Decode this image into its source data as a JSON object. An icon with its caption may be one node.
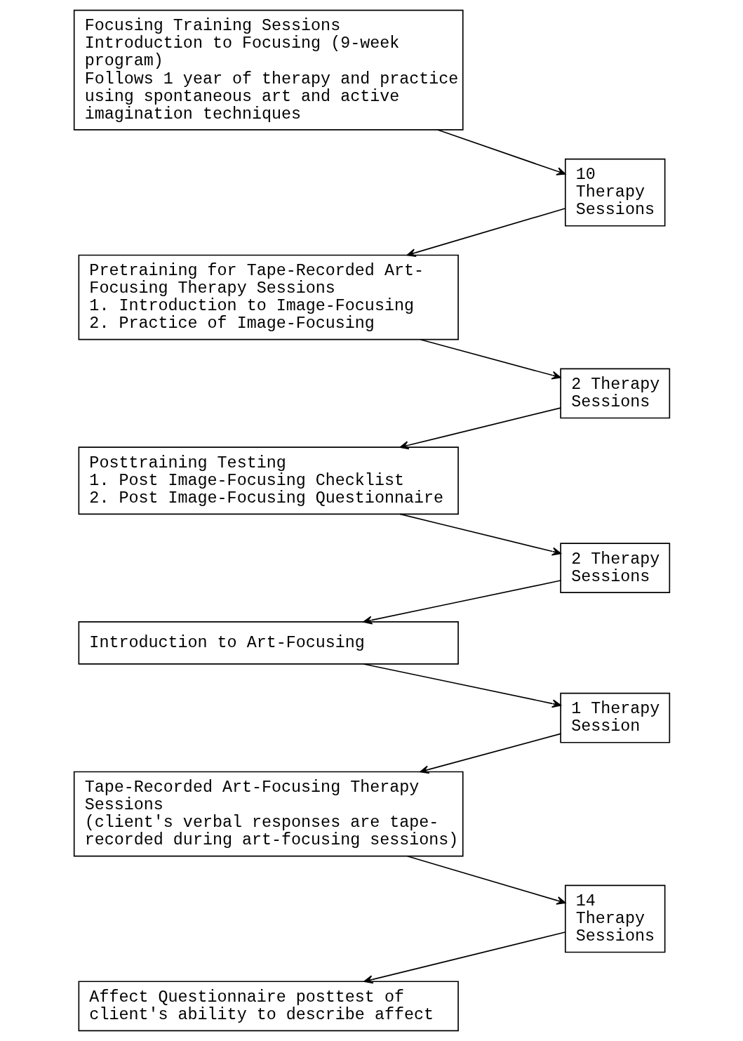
{
  "diagram": {
    "nodes": [
      {
        "text": [
          "Focusing Training Sessions",
          "Introduction to Focusing (9-week program)",
          "Follows 1 year of therapy and practice using spontaneous art and active imagination techniques"
        ]
      },
      {
        "text": [
          "10 Therapy Sessions"
        ]
      },
      {
        "text": [
          "Pretraining for Tape-Recorded Art-Focusing Therapy Sessions",
          "1. Introduction to Image-Focusing",
          "2. Practice of Image-Focusing"
        ]
      },
      {
        "text": [
          "2 Therapy Sessions"
        ]
      },
      {
        "text": [
          "Posttraining Testing",
          "1. Post Image-Focusing Checklist",
          "2. Post Image-Focusing Questionnaire"
        ]
      },
      {
        "text": [
          "2 Therapy Sessions"
        ]
      },
      {
        "text": [
          "Introduction to Art-Focusing"
        ]
      },
      {
        "text": [
          "1 Therapy Session"
        ]
      },
      {
        "text": [
          "Tape-Recorded Art-Focusing Therapy Sessions",
          "(client's verbal responses are tape-recorded during art-focusing sessions)"
        ]
      },
      {
        "text": [
          "14 Therapy Sessions"
        ]
      },
      {
        "text": [
          "Affect Questionnaire posttest of client's ability to describe affect"
        ]
      }
    ],
    "edges": [
      {
        "from": 0,
        "to": 1,
        "arrow": "to"
      },
      {
        "from": 1,
        "to": 2,
        "arrow": "to"
      },
      {
        "from": 2,
        "to": 3,
        "arrow": "to"
      },
      {
        "from": 3,
        "to": 4,
        "arrow": "to"
      },
      {
        "from": 4,
        "to": 5,
        "arrow": "to"
      },
      {
        "from": 5,
        "to": 6,
        "arrow": "to"
      },
      {
        "from": 6,
        "to": 7,
        "arrow": "to"
      },
      {
        "from": 7,
        "to": 8,
        "arrow": "to"
      },
      {
        "from": 8,
        "to": 9,
        "arrow": "to"
      },
      {
        "from": 9,
        "to": 10,
        "arrow": "to"
      }
    ]
  }
}
